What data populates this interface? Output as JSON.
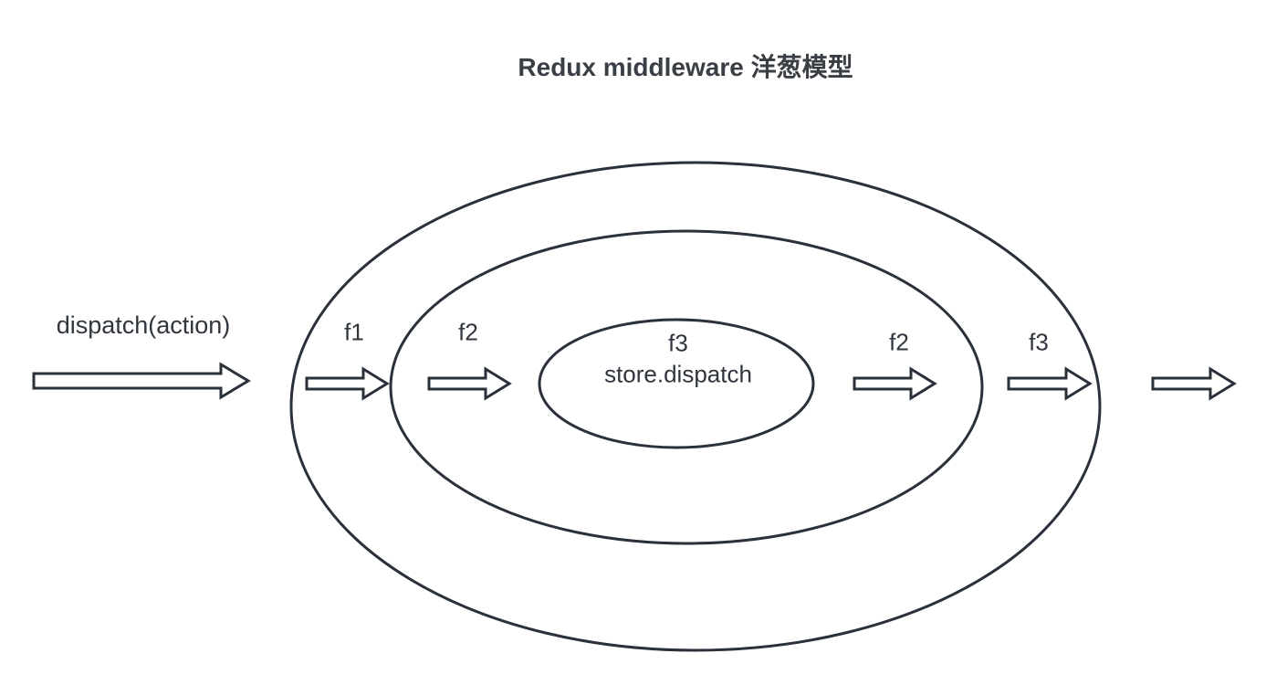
{
  "title": "Redux middleware 洋葱模型",
  "labels": {
    "input": "dispatch(action)",
    "enter_outer": "f1",
    "enter_middle": "f2",
    "core_line1": "f3",
    "core_line2": "store.dispatch",
    "exit_middle": "f2",
    "exit_outer": "f3"
  },
  "colors": {
    "line": "#2a313b",
    "arrow_fill": "#ffffff",
    "text": "#30363d",
    "title_text": "#3a3f45",
    "background": "#ffffff"
  }
}
